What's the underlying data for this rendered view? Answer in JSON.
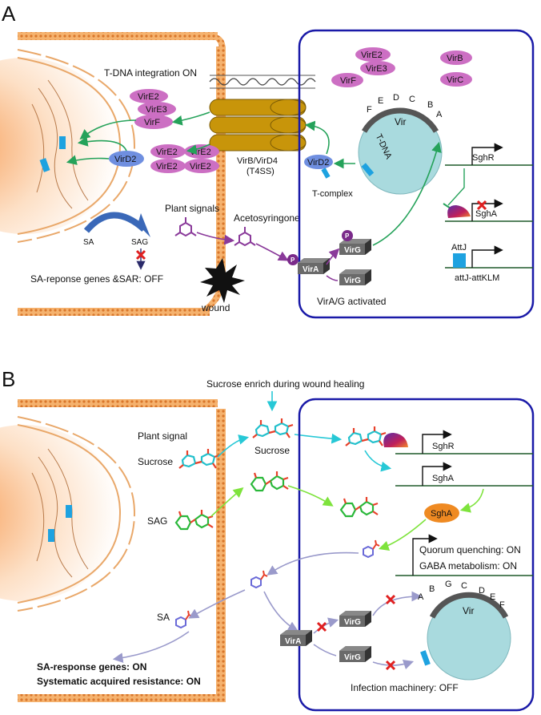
{
  "panel_a": {
    "label": "A",
    "tdna_integration": "T-DNA integration ON",
    "host_proteins": [
      "VirE2",
      "VirE3",
      "VirF"
    ],
    "virD2_host": "VirD2",
    "host_vire2_cluster": [
      "VirE2",
      "VirE2",
      "VirE2",
      "VirE2"
    ],
    "t4ss_label_1": "VirB/VirD4",
    "t4ss_label_2": "(T4SS)",
    "bact_proteins": [
      "VirE2",
      "VirE3",
      "VirF",
      "VirB",
      "VirC"
    ],
    "vir_region": "Vir",
    "vir_letters": [
      "F",
      "E",
      "D",
      "C",
      "B",
      "A"
    ],
    "tdna": "T-DNA",
    "virD2_bact": "VirD2",
    "t_complex": "T-complex",
    "sghR": "SghR",
    "sghA": "SghA",
    "attJ": "AttJ",
    "attJ_operon": "attJ-attKLM",
    "plant_signals": "Plant signals",
    "acetosyringone": "Acetosyringone",
    "sa": "SA",
    "sag": "SAG",
    "sa_response_off": "SA-reponse genes &SAR: OFF",
    "wound": "wound",
    "virA": "VirA",
    "virG": "VirG",
    "phospho": "P",
    "vira_g_activated": "VirA/G activated"
  },
  "panel_b": {
    "label": "B",
    "sucrose_enrich": "Sucrose enrich during wound healing",
    "plant_signal": "Plant signal",
    "sucrose_left": "Sucrose",
    "sucrose_right": "Sucrose",
    "sghR": "SghR",
    "sghA_gene": "SghA",
    "sghA_enzyme": "SghA",
    "sag": "SAG",
    "quorum": "Quorum quenching: ON",
    "gaba": "GABA metabolism: ON",
    "sa": "SA",
    "virA": "VirA",
    "virG": "VirG",
    "vir_region": "Vir",
    "vir_letters": [
      "A",
      "B",
      "G",
      "C",
      "D",
      "E",
      "F"
    ],
    "sa_response_on": "SA-response genes: ON",
    "sar_on": "Systematic acquired resistance: ON",
    "infection_off": "Infection machinery: OFF"
  },
  "colors": {
    "cell_wall": "#f0a055",
    "cell_wall_dark": "#d9772b",
    "bacterium_border": "#1a1aa8",
    "plasmid": "#a9dade",
    "vir_protein": "#cc6fc3",
    "virD2": "#6f8fe0",
    "green_arrow": "#25a25a",
    "purple_arrow": "#8a3a9a",
    "cyan_arrow": "#27c8d6",
    "lime_arrow": "#7ee33c",
    "lavender_arrow": "#9a9acb",
    "tdna_blue": "#1ea2e0",
    "sgha_orange": "#ef8a22"
  }
}
